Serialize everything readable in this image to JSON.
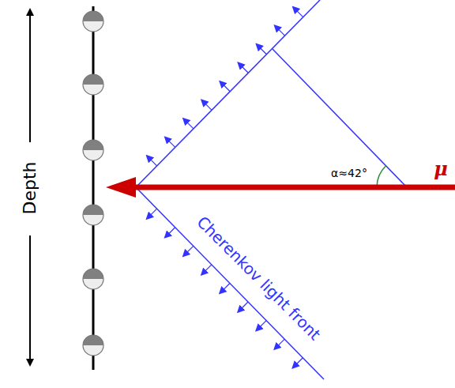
{
  "diagram": {
    "labels": [
      "Depth",
      "α≈42°",
      "μ",
      "Cherenkov light front"
    ]
  }
}
